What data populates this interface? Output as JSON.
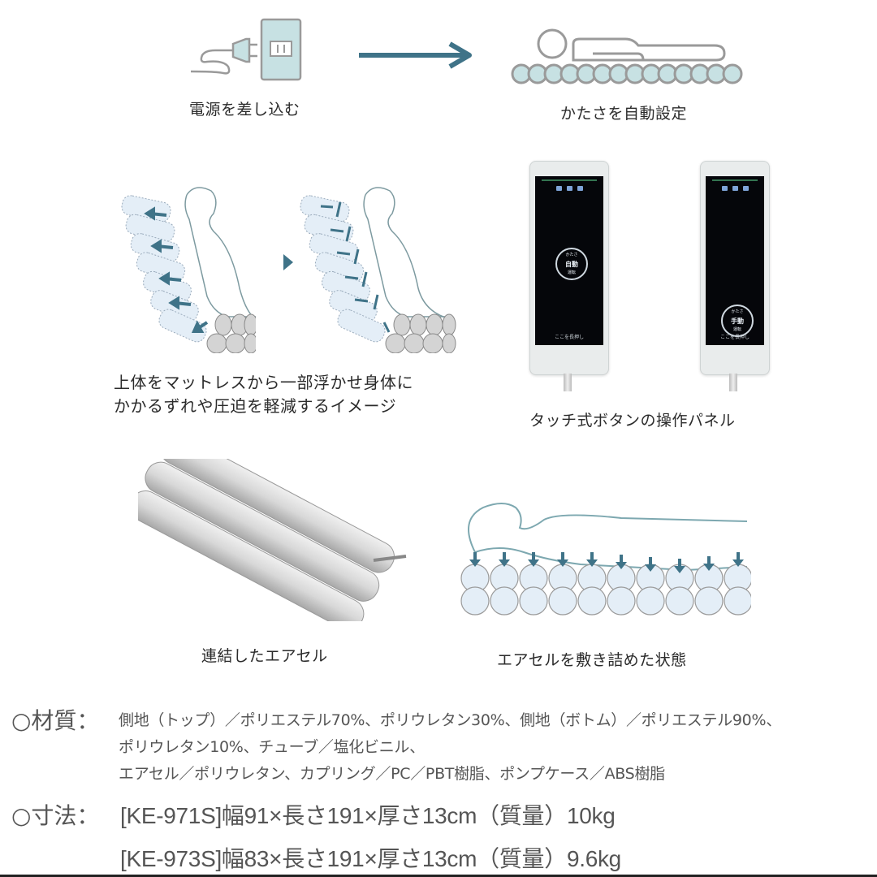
{
  "step1": {
    "caption": "電源を差し込む",
    "icon": "power-plug-outlet-icon"
  },
  "step_arrow": {
    "icon": "arrow-right-icon",
    "color": "#3f7388"
  },
  "step2": {
    "caption": "かたさを自動設定",
    "icon": "person-lying-on-air-cells-icon"
  },
  "upper_body_illustration": {
    "caption_line1": "上体をマットレスから一部浮かせ身体に",
    "caption_line2": "かかるずれや圧迫を軽減するイメージ",
    "separator_icon": "triangle-right-icon"
  },
  "control_panel": {
    "caption": "タッチ式ボタンの操作パネル",
    "panels": [
      {
        "button_label_top": "かたさ",
        "button_label_main": "自動",
        "button_label_bottom": "運転",
        "footer": "ここを長押し"
      },
      {
        "button_label_top": "かたさ",
        "button_label_main": "手動",
        "button_label_bottom": "運転",
        "footer": "ここを長押し"
      }
    ]
  },
  "air_cell_photo": {
    "caption": "連結したエアセル"
  },
  "laid_cells_illustration": {
    "caption": "エアセルを敷き詰めた状態"
  },
  "specs": {
    "materials": {
      "label": "○材質：",
      "lines": [
        "側地（トップ）／ポリエステル70%、ポリウレタン30%、側地（ボトム）／ポリエステル90%、",
        "ポリウレタン10%、チューブ／塩化ビニル、",
        "エアセル／ポリウレタン、カプリング／PC／PBT樹脂、ポンプケース／ABS樹脂"
      ]
    },
    "dimensions": {
      "label": "○寸法：",
      "lines": [
        "[KE-971S]幅91×長さ191×厚さ13cm（質量）10kg",
        "[KE-973S]幅83×長さ191×厚さ13cm（質量）9.6kg"
      ]
    }
  },
  "colors": {
    "accent_teal": "#3f7388",
    "cell_fill": "#bfdde0",
    "cell_light": "#e4eef7",
    "outline_gray": "#9a9a9a",
    "text": "#2b2b2b"
  }
}
